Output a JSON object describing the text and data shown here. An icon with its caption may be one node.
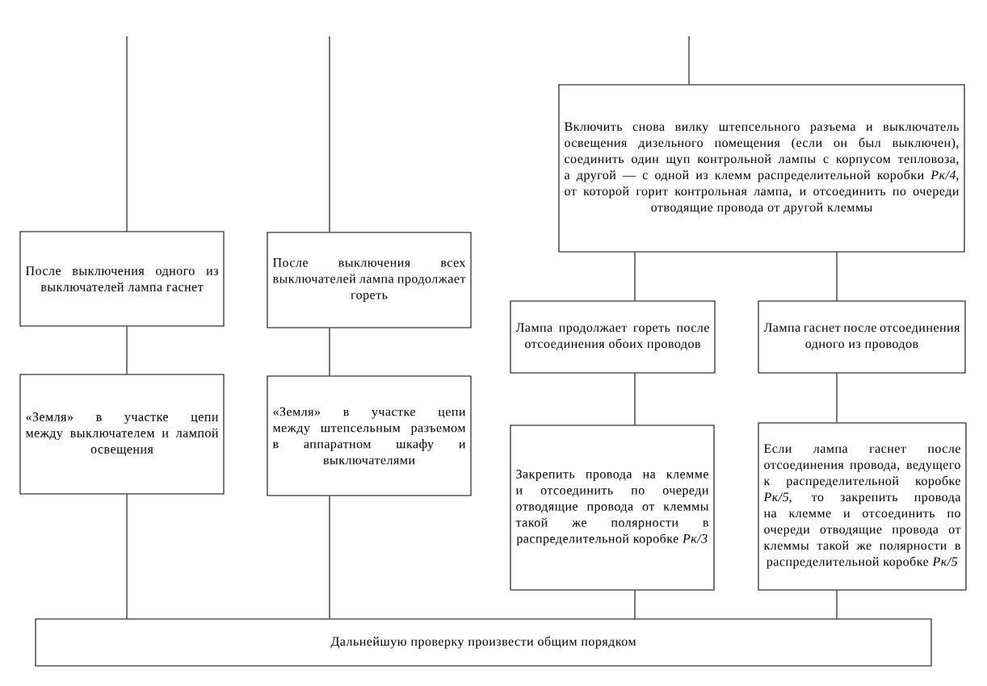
{
  "diagram": {
    "nodes": [
      {
        "text": [
          "Включить снова вилку штепсельного разъема и выключатель освещения дизельного помещения (если он был выключен), соединить один щуп контрольной лампы с корпусом тепловоза, а другой — с одной из клемм распределительной коробки *Рк/4*, от которой горит контрольная лампа, и отсоединить по очереди отводящие провода от другой клеммы"
        ]
      },
      {
        "text": [
          "После выключения одного из выключателей лампа гаснет"
        ]
      },
      {
        "text": [
          "После выключения всех выключателей лампа продолжает гореть"
        ]
      },
      {
        "text": [
          "Лампа продолжает гореть после отсоединения обоих проводов"
        ]
      },
      {
        "text": [
          "Лампа гаснет после отсоединения одного из проводов"
        ]
      },
      {
        "text": [
          "«Земля» в участке цепи между выключателем и лампой освещения"
        ]
      },
      {
        "text": [
          "«Земля» в участке цепи между штепсельным разъемом в аппаратном шкафу и выключателями"
        ]
      },
      {
        "text": [
          "Закрепить провода на клемме и отсоединить по очереди отводящие провода от клеммы такой же полярности в распределительной коробке *Рк/3*"
        ]
      },
      {
        "text": [
          "Если лампа гаснет после отсоединения провода, ведущего к распределительной коробке *Рк/5*, то закрепить провода на клемме и отсоединить по очереди отводящие провода от клеммы такой же полярности в распределительной коробке *Рк/5*"
        ]
      },
      {
        "text": [
          "Дальнейшую проверку произвести общим порядком"
        ]
      }
    ],
    "edges": [
      {
        "from": null,
        "to": 1,
        "arrow": "none"
      },
      {
        "from": null,
        "to": 2,
        "arrow": "none"
      },
      {
        "from": null,
        "to": 0,
        "arrow": "none"
      },
      {
        "from": 1,
        "to": 5,
        "arrow": "none"
      },
      {
        "from": 2,
        "to": 6,
        "arrow": "none"
      },
      {
        "from": 0,
        "to": 3,
        "arrow": "none"
      },
      {
        "from": 0,
        "to": 4,
        "arrow": "none"
      },
      {
        "from": 3,
        "to": 7,
        "arrow": "none"
      },
      {
        "from": 4,
        "to": 8,
        "arrow": "none"
      },
      {
        "from": 5,
        "to": 9,
        "arrow": "none"
      },
      {
        "from": 6,
        "to": 9,
        "arrow": "none"
      },
      {
        "from": 7,
        "to": 9,
        "arrow": "none"
      },
      {
        "from": 8,
        "to": 9,
        "arrow": "none"
      }
    ]
  }
}
